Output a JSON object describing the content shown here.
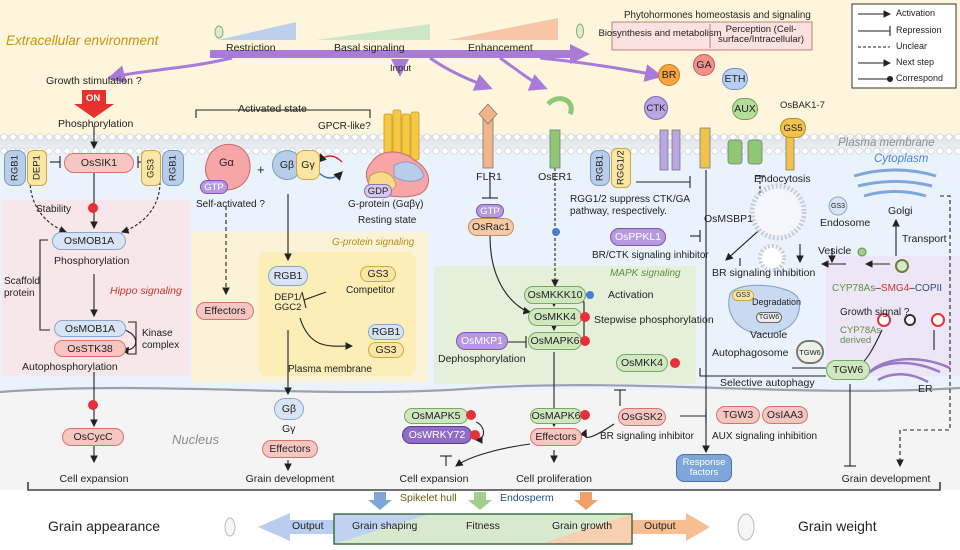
{
  "top": {
    "extracellular": "Extracellular environment",
    "restriction": "Restriction",
    "basal": "Basal signaling",
    "enhancement": "Enhancement",
    "input": "Input",
    "growth_stim": "Growth stimulation ?",
    "on": "ON",
    "phosphorylation": "Phosphorylation"
  },
  "hormones": {
    "title": "Phytohormones homeostasis and signaling",
    "bio": "Biosynthesis and metabolism",
    "perception": "Perception (Cell-surface/Intracellular)",
    "br": "BR",
    "ga": "GA",
    "eth": "ETH",
    "ctk": "CTK",
    "aux": "AUX",
    "osbak": "OsBAK1-7",
    "gs5": "GS5"
  },
  "legend": {
    "activation": "Activation",
    "repression": "Repression",
    "unclear": "Unclear",
    "next": "Next step",
    "correspond": "Correspond"
  },
  "membrane": {
    "plasma": "Plasma membrane",
    "cytoplasm": "Cytoplasm",
    "nucleus": "Nucleus"
  },
  "hippo": {
    "rgb1": "RGB1",
    "dep1": "DEP1",
    "ossik1": "OsSIK1",
    "gs3": "GS3",
    "stability": "Stability",
    "osmob1a": "OsMOB1A",
    "phos": "Phosphorylation",
    "scaffold": "Scaffold protein",
    "title": "Hippo signaling",
    "osstk38": "OsSTK38",
    "kinase": "Kinase complex",
    "autophos": "Autophosphorylation",
    "oscycc": "OsCycC",
    "cell_exp": "Cell expansion"
  },
  "gprotein": {
    "activated": "Activated state",
    "ga": "Gα",
    "gb": "Gβ",
    "gy": "Gγ",
    "gtp": "GTP",
    "gdp": "GDP",
    "self": "Self-activated ?",
    "gpcr": "GPCR-like?",
    "gprot": "G-protein (Gαβγ)",
    "resting": "Resting state",
    "effectors": "Effectors",
    "title": "G-protein signaling",
    "rgb1": "RGB1",
    "depggc": "DEP1/ GGC2",
    "gs3": "GS3",
    "competitor": "Competitor",
    "plasma": "Plasma membrane",
    "grain_dev": "Grain development"
  },
  "mapk": {
    "flr1": "FLR1",
    "oser1": "OsER1",
    "gtp": "GTP",
    "osrac1": "OsRac1",
    "title": "MAPK signaling",
    "osmkkk10": "OsMKKK10",
    "activation": "Activation",
    "osmkk4": "OsMKK4",
    "osmapk6": "OsMAPK6",
    "stepwise": "Stepwise phosphorylation",
    "osmkp1": "OsMKP1",
    "dephos": "Dephosphorylation",
    "rgb1": "RGB1",
    "rgg12": "RGG1/2",
    "rgg_text": "RGG1/2 suppress CTK/GA pathway, respectively.",
    "osppkl1": "OsPPKL1",
    "br_ctk": "BR/CTK signaling inhibitor"
  },
  "nucleus_items": {
    "osmapk5": "OsMAPK5",
    "oswrky72": "OsWRKY72",
    "cell_exp": "Cell expansion",
    "osmapk6": "OsMAPK6",
    "effectors": "Effectors",
    "cell_prolif": "Cell proliferation",
    "osmkk4": "OsMKK4",
    "osgsk2": "OsGSK2",
    "br_inhib": "BR signaling inhibitor",
    "tgw3": "TGW3",
    "osiaa3": "OsIAA3",
    "aux_inhib": "AUX signaling inhibition",
    "response": "Response factors"
  },
  "endo": {
    "endocytosis": "Endocytosis",
    "osmsbp1": "OsMSBP1",
    "br_inhib": "BR signaling inhibition",
    "endosome": "Endosome",
    "gs3": "GS3",
    "golgi": "Golgi",
    "vesicle": "Vesicle",
    "transport": "Transport",
    "cyp1": "CYP78As",
    "smg4": "SMG4",
    "copii": "COPII",
    "growth_signal": "Growth signal ?",
    "cyp2": "CYP78As derived",
    "degradation": "Degradation",
    "tgw6a": "TGW6",
    "vacuole": "Vacuole",
    "autophagosome": "Autophagosome",
    "tgw6b": "TGW6",
    "selective": "Selective autophagy",
    "tgw6c": "TGW6",
    "er": "ER",
    "grain_dev": "Grain development",
    "gs3v": "GS3"
  },
  "bottom": {
    "spikelet": "Spikelet hull",
    "endosperm": "Endosperm",
    "appearance": "Grain appearance",
    "weight": "Grain weight",
    "output1": "Output",
    "shaping": "Grain shaping",
    "fitness": "Fitness",
    "growth": "Grain growth",
    "output2": "Output"
  },
  "colors": {
    "purple_arrow": "#a97bd9",
    "red_dot": "#e8303a",
    "blue_dot": "#4a7fd0"
  }
}
